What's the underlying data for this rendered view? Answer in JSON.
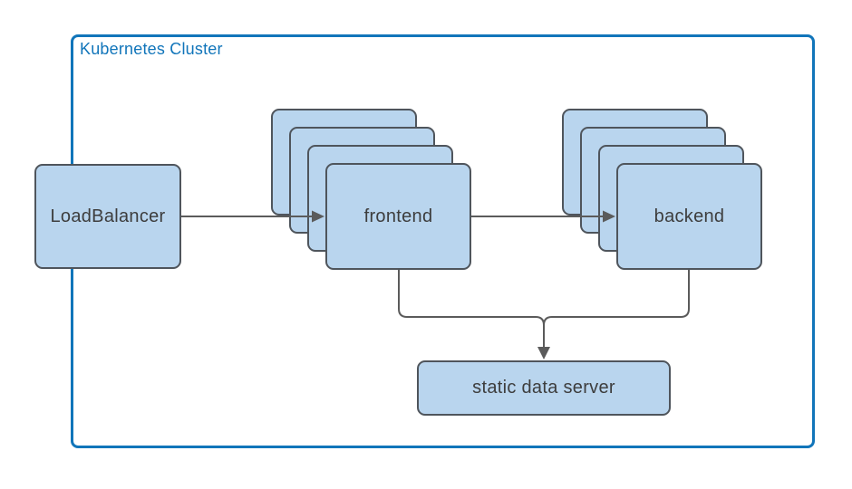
{
  "colors": {
    "background": "#ffffff",
    "cluster_border": "#1175ba",
    "cluster_label": "#1175ba",
    "node_fill": "#b9d5ee",
    "node_border": "#4f555c",
    "node_text": "#3d3d3d",
    "connector": "#5b5b5b"
  },
  "cluster": {
    "label": "Kubernetes Cluster"
  },
  "nodes": {
    "loadbalancer": {
      "label": "LoadBalancer",
      "replicas": 1
    },
    "frontend": {
      "label": "frontend",
      "replicas": 4
    },
    "backend": {
      "label": "backend",
      "replicas": 4
    },
    "static_data_server": {
      "label": "static data server",
      "replicas": 1
    }
  },
  "edges": [
    {
      "from": "loadbalancer",
      "to": "frontend"
    },
    {
      "from": "frontend",
      "to": "backend"
    },
    {
      "from": "frontend",
      "to": "static_data_server"
    },
    {
      "from": "backend",
      "to": "static_data_server"
    }
  ]
}
